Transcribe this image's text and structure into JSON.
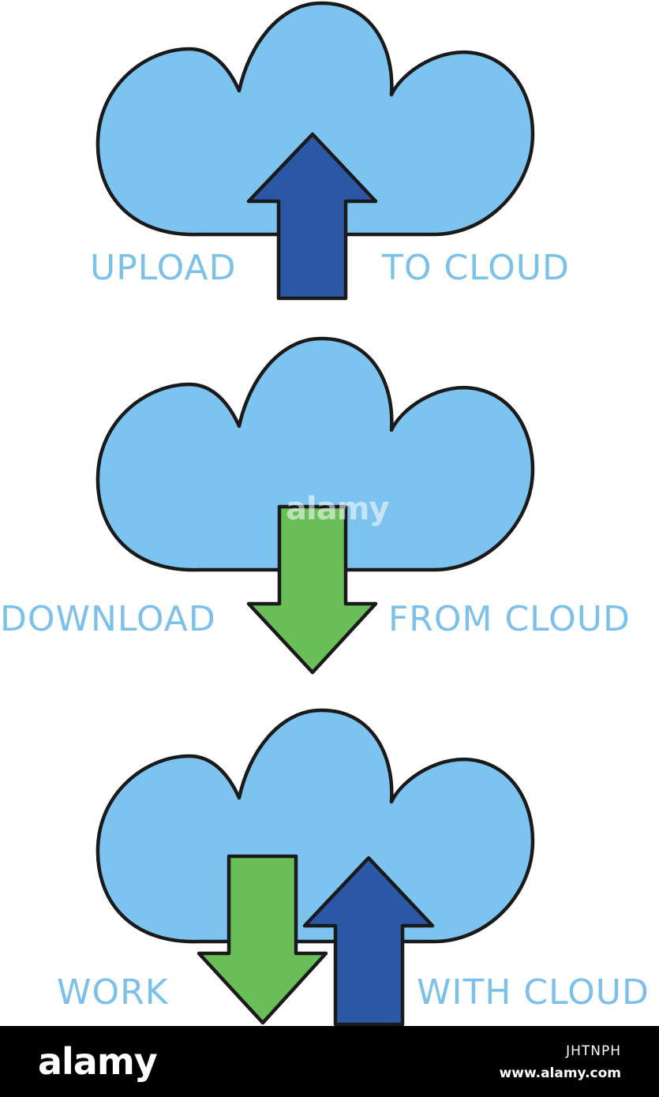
{
  "panels": {
    "upload": {
      "left_label": "UPLOAD",
      "right_label": "TO CLOUD"
    },
    "download": {
      "left_label": "DOWNLOAD",
      "right_label": "FROM CLOUD"
    },
    "sync": {
      "left_label": "WORK",
      "right_label": "WITH CLOUD"
    }
  },
  "watermark": {
    "text": "alamy"
  },
  "footer": {
    "brand": "alamy",
    "image_code": "JHTNPH",
    "site": "www.alamy.com"
  },
  "colors": {
    "cloud_fill": "#7cc3ef",
    "outline": "#1a1a1a",
    "upload_arrow": "#2b57a7",
    "download_arrow": "#6abe58",
    "label": "#7cc1ea",
    "footer_bg": "#000000"
  }
}
